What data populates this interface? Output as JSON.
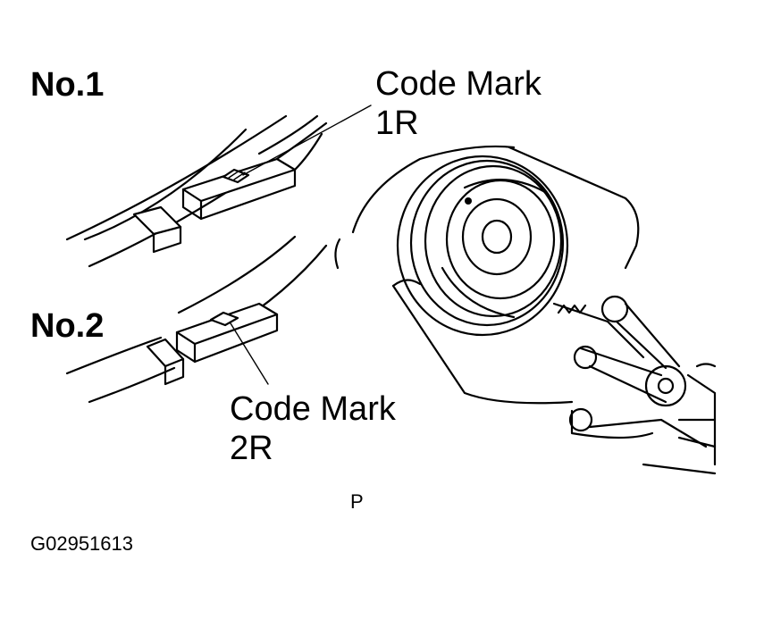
{
  "labels": {
    "ring1": "No.1",
    "ring2": "No.2",
    "code1_line1": "Code Mark",
    "code1_line2": "1R",
    "code2_line1": "Code Mark",
    "code2_line2": "2R",
    "view": "P",
    "figure_id": "G02951613"
  }
}
